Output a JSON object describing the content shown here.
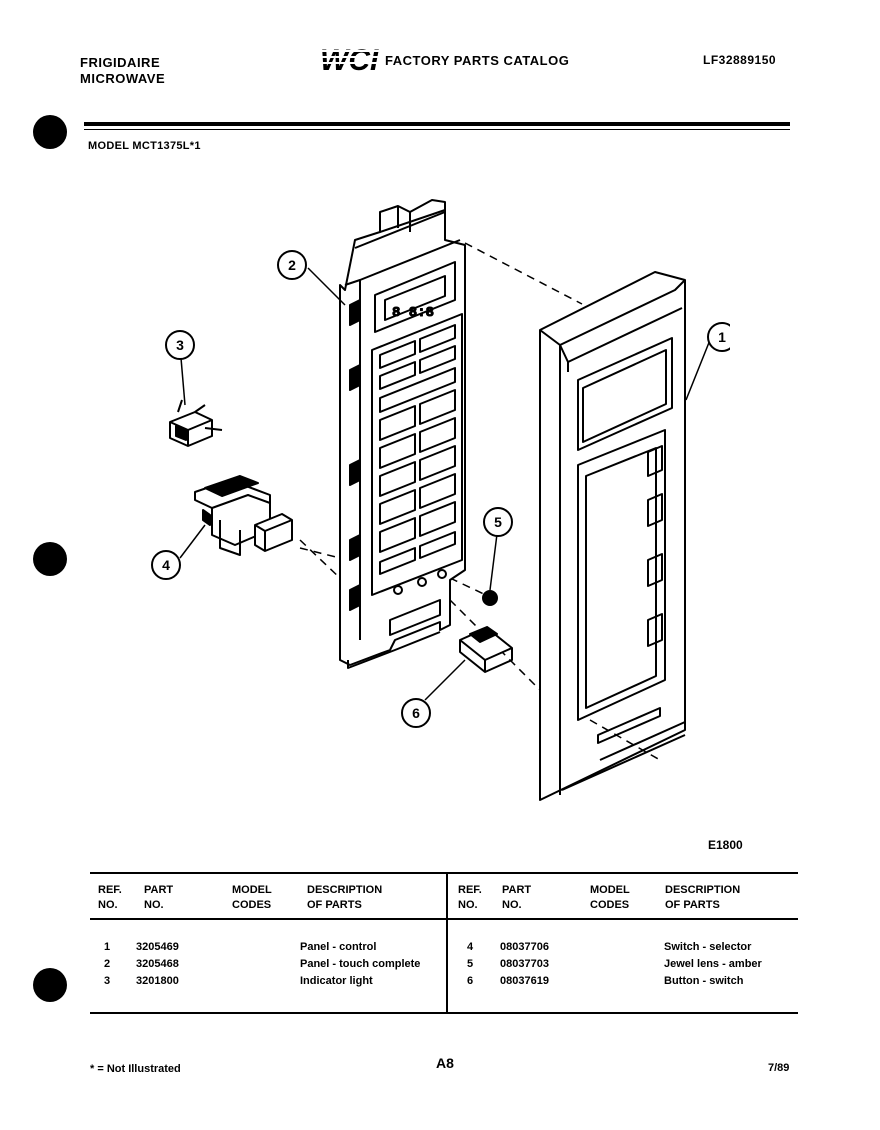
{
  "header": {
    "brand_line1": "FRIGIDAIRE",
    "brand_line2": "MICROWAVE",
    "logo_text": "WCI",
    "catalog_title": "FACTORY PARTS CATALOG",
    "catalog_number": "LF32889150"
  },
  "model_line": "MODEL MCT1375L*1",
  "diagram": {
    "callouts": [
      "1",
      "2",
      "3",
      "4",
      "5",
      "6"
    ],
    "drawing_number": "E1800"
  },
  "parts_table": {
    "headers": {
      "ref_no": [
        "REF.",
        "NO."
      ],
      "part_no": [
        "PART",
        "NO."
      ],
      "model_codes": [
        "MODEL",
        "CODES"
      ],
      "description": [
        "DESCRIPTION",
        "OF PARTS"
      ]
    },
    "left_rows": [
      {
        "ref": "1",
        "part": "3205469",
        "codes": "",
        "desc": "Panel - control"
      },
      {
        "ref": "2",
        "part": "3205468",
        "codes": "",
        "desc": "Panel - touch complete"
      },
      {
        "ref": "3",
        "part": "3201800",
        "codes": "",
        "desc": "Indicator light"
      }
    ],
    "right_rows": [
      {
        "ref": "4",
        "part": "08037706",
        "codes": "",
        "desc": "Switch - selector"
      },
      {
        "ref": "5",
        "part": "08037703",
        "codes": "",
        "desc": "Jewel lens - amber"
      },
      {
        "ref": "6",
        "part": "08037619",
        "codes": "",
        "desc": "Button - switch"
      }
    ]
  },
  "footer": {
    "note": "* = Not Illustrated",
    "page": "A8",
    "date": "7/89"
  }
}
